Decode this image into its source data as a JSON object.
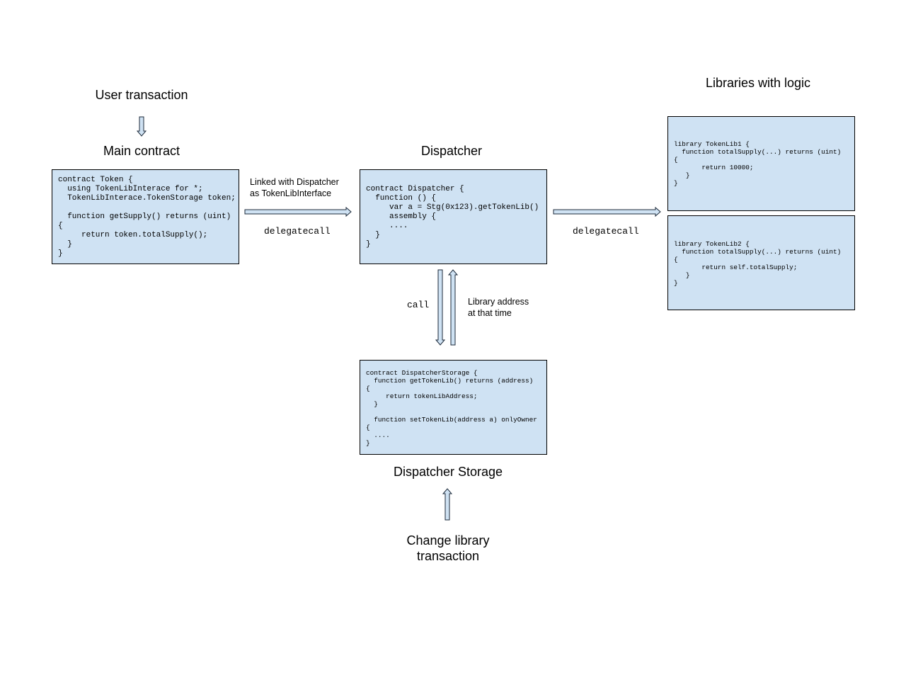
{
  "colors": {
    "box_fill": "#cfe2f3",
    "box_border": "#000000",
    "arrow_fill": "#cfe2f3",
    "arrow_stroke": "#1c2a3a",
    "background": "#ffffff"
  },
  "headings": {
    "user_transaction": "User transaction",
    "main_contract": "Main contract",
    "dispatcher": "Dispatcher",
    "libraries": "Libraries with logic",
    "dispatcher_storage": "Dispatcher Storage",
    "change_library": "Change library\ntransaction"
  },
  "labels": {
    "linked_with": "Linked with Dispatcher\nas TokenLibInterface",
    "delegatecall_1": "delegatecall",
    "delegatecall_2": "delegatecall",
    "call": "call",
    "library_address": "Library address\nat that time"
  },
  "code": {
    "main_contract": "contract Token {\n  using TokenLibInterace for *;\n  TokenLibInterace.TokenStorage token;\n\n  function getSupply() returns (uint)\n{\n     return token.totalSupply();\n  }\n}",
    "dispatcher": "contract Dispatcher {\n  function () {\n     var a = Stg(0x123).getTokenLib()\n     assembly {\n     ....\n  }\n}",
    "token_lib1": "library TokenLib1 {\n  function totalSupply(...) returns (uint)\n{\n       return 10000;\n   }\n}",
    "token_lib2": "library TokenLib2 {\n  function totalSupply(...) returns (uint)\n{\n       return self.totalSupply;\n   }\n}",
    "dispatcher_storage": "contract DispatcherStorage {\n  function getTokenLib() returns (address)\n{\n     return tokenLibAddress;\n  }\n\n  function setTokenLib(address a) onlyOwner\n{\n  ....\n}"
  }
}
